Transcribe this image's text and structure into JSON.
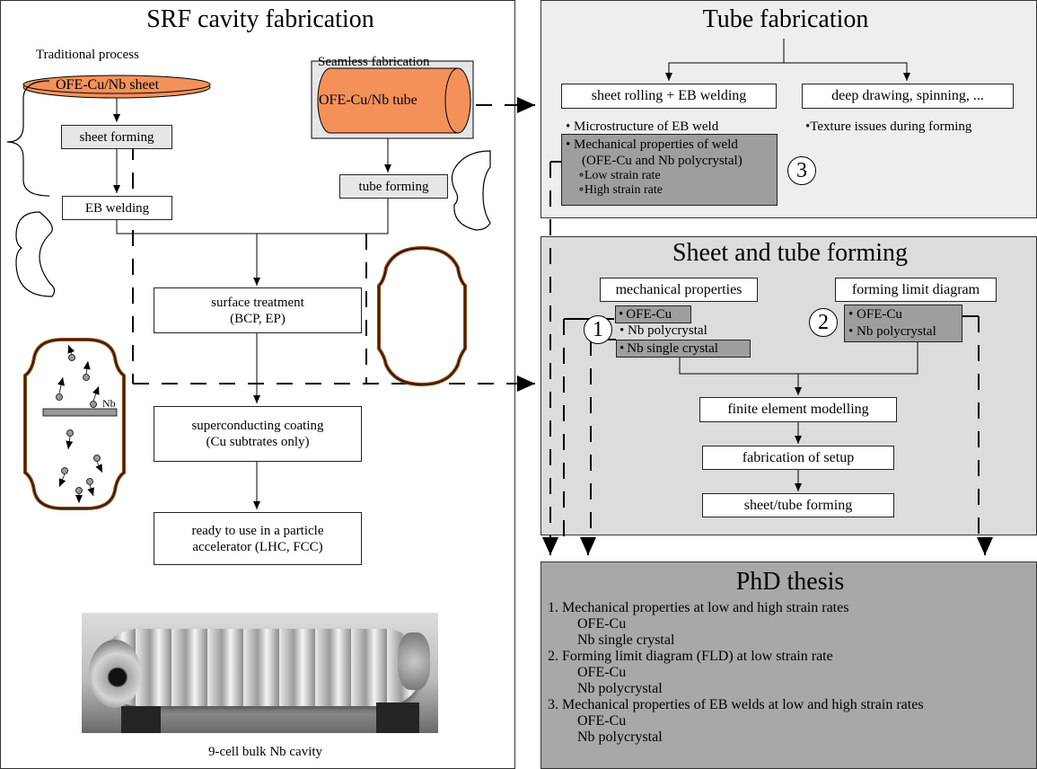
{
  "left_panel": {
    "title": "SRF cavity fabrication",
    "traditional_label": "Traditional process",
    "seamless_label": "Seamless fabrication",
    "sheet_label": "OFE-Cu/Nb sheet",
    "tube_label": "OFE-Cu/Nb tube",
    "sheet_forming": "sheet forming",
    "tube_forming": "tube forming",
    "eb_welding": "EB welding",
    "surface_treatment": [
      "surface treatment",
      "(BCP, EP)"
    ],
    "coating": [
      "superconducting coating",
      "(Cu subtrates only)"
    ],
    "ready": [
      "ready to use in a particle",
      "accelerator (LHC, FCC)"
    ],
    "nb_label": "Nb",
    "photo_caption": "9-cell bulk Nb cavity",
    "colors": {
      "orange": "#f4915a",
      "copper": "#8b4513",
      "box_gray": "#e6e6e6"
    }
  },
  "tube_panel": {
    "title": "Tube fabrication",
    "rolling": "sheet rolling + EB welding",
    "drawing": "deep drawing, spinning, ...",
    "microstructure": "Microstructure of EB weld",
    "weld_props": [
      "Mechanical properties of weld",
      "(OFE-Cu and Nb polycrystal)"
    ],
    "low_rate": "Low strain rate",
    "high_rate": "High strain rate",
    "texture": "Texture issues during forming",
    "marker": "3"
  },
  "forming_panel": {
    "title": "Sheet and tube forming",
    "mech_props": "mechanical properties",
    "fld": "forming limit diagram",
    "ofe_cu": "OFE-Cu",
    "nb_poly": "Nb polycrystal",
    "nb_single": "Nb single crystal",
    "fld_ofe_cu": "OFE-Cu",
    "fld_nb_poly": "Nb polycrystal",
    "fem": "finite element modelling",
    "setup": "fabrication of setup",
    "forming": "sheet/tube forming",
    "marker1": "1",
    "marker2": "2"
  },
  "thesis_panel": {
    "title": "PhD thesis",
    "lines": [
      "1. Mechanical properties at low and high strain rates",
      "OFE-Cu",
      "Nb single crystal",
      "2. Forming limit diagram (FLD) at low strain rate",
      "OFE-Cu",
      "Nb polycrystal",
      "3. Mechanical properties of EB welds at low and high strain rates",
      "OFE-Cu",
      "Nb polycrystal"
    ]
  }
}
